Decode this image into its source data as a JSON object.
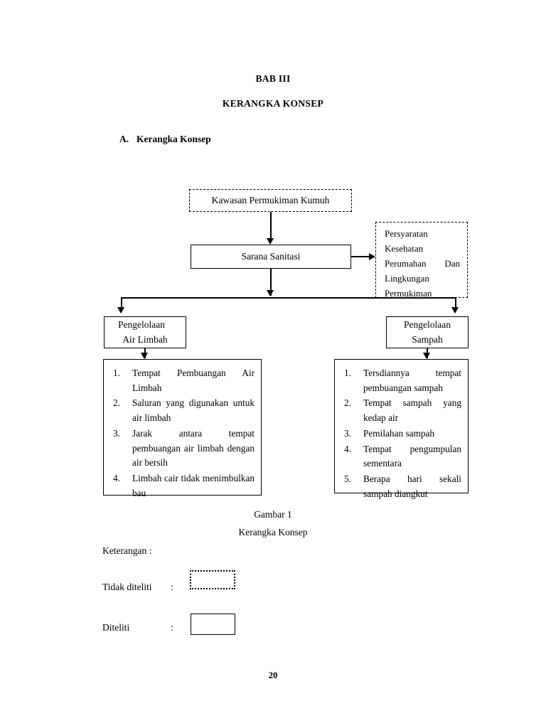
{
  "document": {
    "chapter_label": "BAB III",
    "chapter_title": "KERANGKA KONSEP",
    "section": {
      "letter": "A.",
      "title": "Kerangka Konsep"
    },
    "page_number": "20"
  },
  "diagram": {
    "nodes": {
      "kawasan": {
        "label": "Kawasan Permukiman Kumuh",
        "border": "dashed"
      },
      "sarana": {
        "label": "Sarana Sanitasi",
        "border": "solid"
      },
      "persyaratan": {
        "border": "dashed",
        "lines": [
          "Persyaratan",
          "Kesehatan",
          "Perumahan Dan",
          "Lingkungan",
          "Permukiman"
        ]
      },
      "pengelolaan_air_limbah": {
        "border": "solid",
        "line1": "Pengelolaan",
        "line2": "Air Limbah"
      },
      "pengelolaan_sampah": {
        "border": "solid",
        "line1": "Pengelolaan",
        "line2": "Sampah"
      },
      "list_air_limbah": {
        "border": "solid",
        "items": [
          {
            "num": "1.",
            "text": "Tempat Pembuangan Air Limbah"
          },
          {
            "num": "2.",
            "text": "Saluran yang digunakan untuk air limbah"
          },
          {
            "num": "3.",
            "text": "Jarak antara tempat pembuangan air limbah dengan air bersih"
          },
          {
            "num": "4.",
            "text": "Limbah cair tidak menimbulkan bau"
          }
        ]
      },
      "list_sampah": {
        "border": "solid",
        "items": [
          {
            "num": "1.",
            "text": "Tersdiannya tempat pembuangan sampah"
          },
          {
            "num": "2.",
            "text": "Tempat sampah yang kedap air"
          },
          {
            "num": "3.",
            "text": "Pemilahan sampah"
          },
          {
            "num": "4.",
            "text": "Tempat pengumpulan sementara"
          },
          {
            "num": "5.",
            "text": "Berapa hari sekali sampah diangkut"
          }
        ]
      }
    },
    "caption": {
      "line1": "Gambar 1",
      "line2": "Kerangka Konsep"
    }
  },
  "legend": {
    "title": "Keterangan :",
    "rows": [
      {
        "label": "Tidak diteliti",
        "colon": ":",
        "swatch": "dotted-box"
      },
      {
        "label": "Diteliti",
        "colon": ":",
        "swatch": "solid-box"
      }
    ]
  },
  "colors": {
    "ink": "#000000",
    "paper": "#ffffff"
  }
}
